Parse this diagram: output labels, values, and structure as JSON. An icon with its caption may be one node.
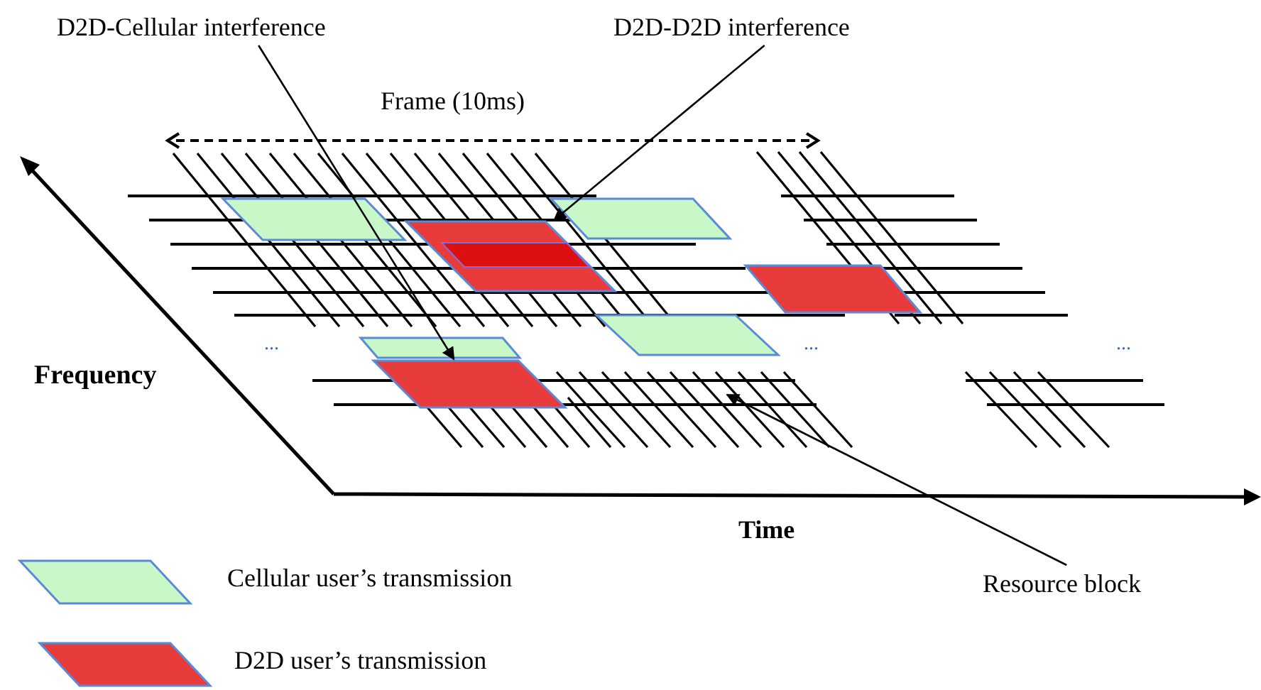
{
  "diagram": {
    "nodes": [
      {
        "text": [
          "D2D-Cellular interference"
        ]
      },
      {
        "text": [
          "D2D-D2D interference"
        ]
      },
      {
        "text": [],
        "shape": "parallelogram"
      },
      {
        "text": [],
        "shape": "parallelogram"
      },
      {
        "text": [
          "Resource block"
        ]
      }
    ],
    "edges": [
      {
        "from": 0,
        "to": 3,
        "arrow": "to"
      },
      {
        "from": 1,
        "to": 2,
        "arrow": "to"
      },
      {
        "from": 4,
        "to": null,
        "arrow": "to"
      }
    ],
    "labels": [
      "Frame (10ms)",
      "...",
      "...",
      "...",
      "Frequency",
      "Time"
    ],
    "legend": [
      {
        "text": "Cellular user’s transmission",
        "color": "#c8f7c8"
      },
      {
        "text": "D2D user’s transmission",
        "color": "#e83c3c"
      }
    ]
  }
}
